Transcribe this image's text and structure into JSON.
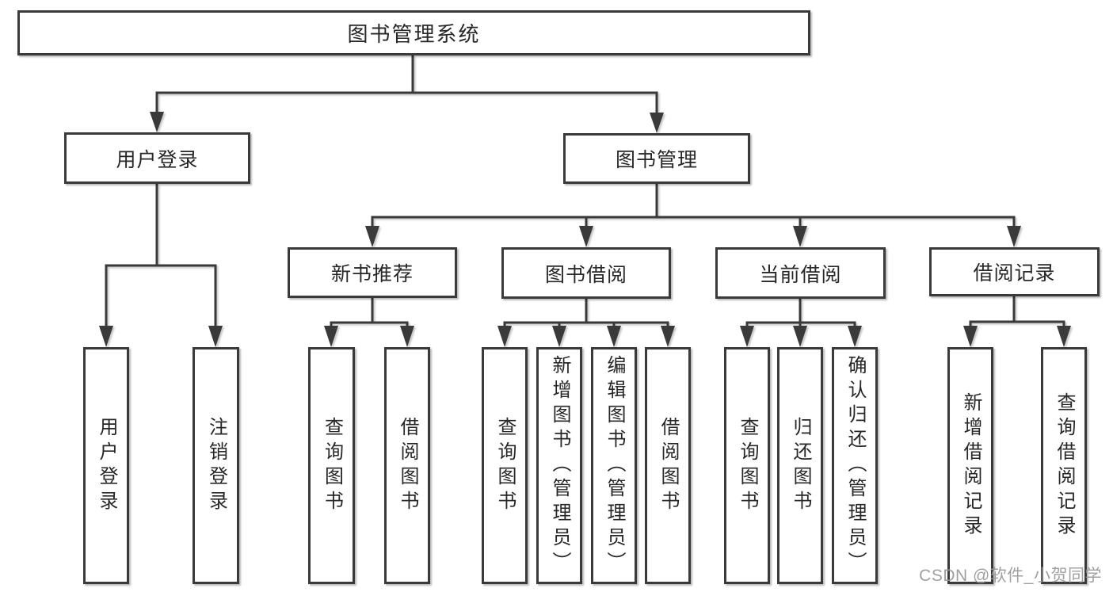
{
  "tree": {
    "root": "图书管理系统",
    "branches": [
      {
        "label": "用户登录",
        "children": [
          {
            "label": "用户登录"
          },
          {
            "label": "注销登录"
          }
        ]
      },
      {
        "label": "图书管理",
        "children": [
          {
            "label": "新书推荐",
            "children": [
              {
                "label": "查询图书"
              },
              {
                "label": "借阅图书"
              }
            ]
          },
          {
            "label": "图书借阅",
            "children": [
              {
                "label": "查询图书"
              },
              {
                "label": "新增图书（管理员）"
              },
              {
                "label": "编辑图书（管理员）"
              },
              {
                "label": "借阅图书"
              }
            ]
          },
          {
            "label": "当前借阅",
            "children": [
              {
                "label": "查询图书"
              },
              {
                "label": "归还图书"
              },
              {
                "label": "确认归还（管理员）"
              }
            ]
          },
          {
            "label": "借阅记录",
            "children": [
              {
                "label": "新增借阅记录"
              },
              {
                "label": "查询借阅记录"
              }
            ]
          }
        ]
      }
    ]
  },
  "watermark": {
    "text": "CSDN @软件_小贺同学"
  },
  "colors": {
    "line": "#3a3a3a",
    "text": "#272727",
    "watermark": "#989898",
    "background": "#ffffff"
  }
}
